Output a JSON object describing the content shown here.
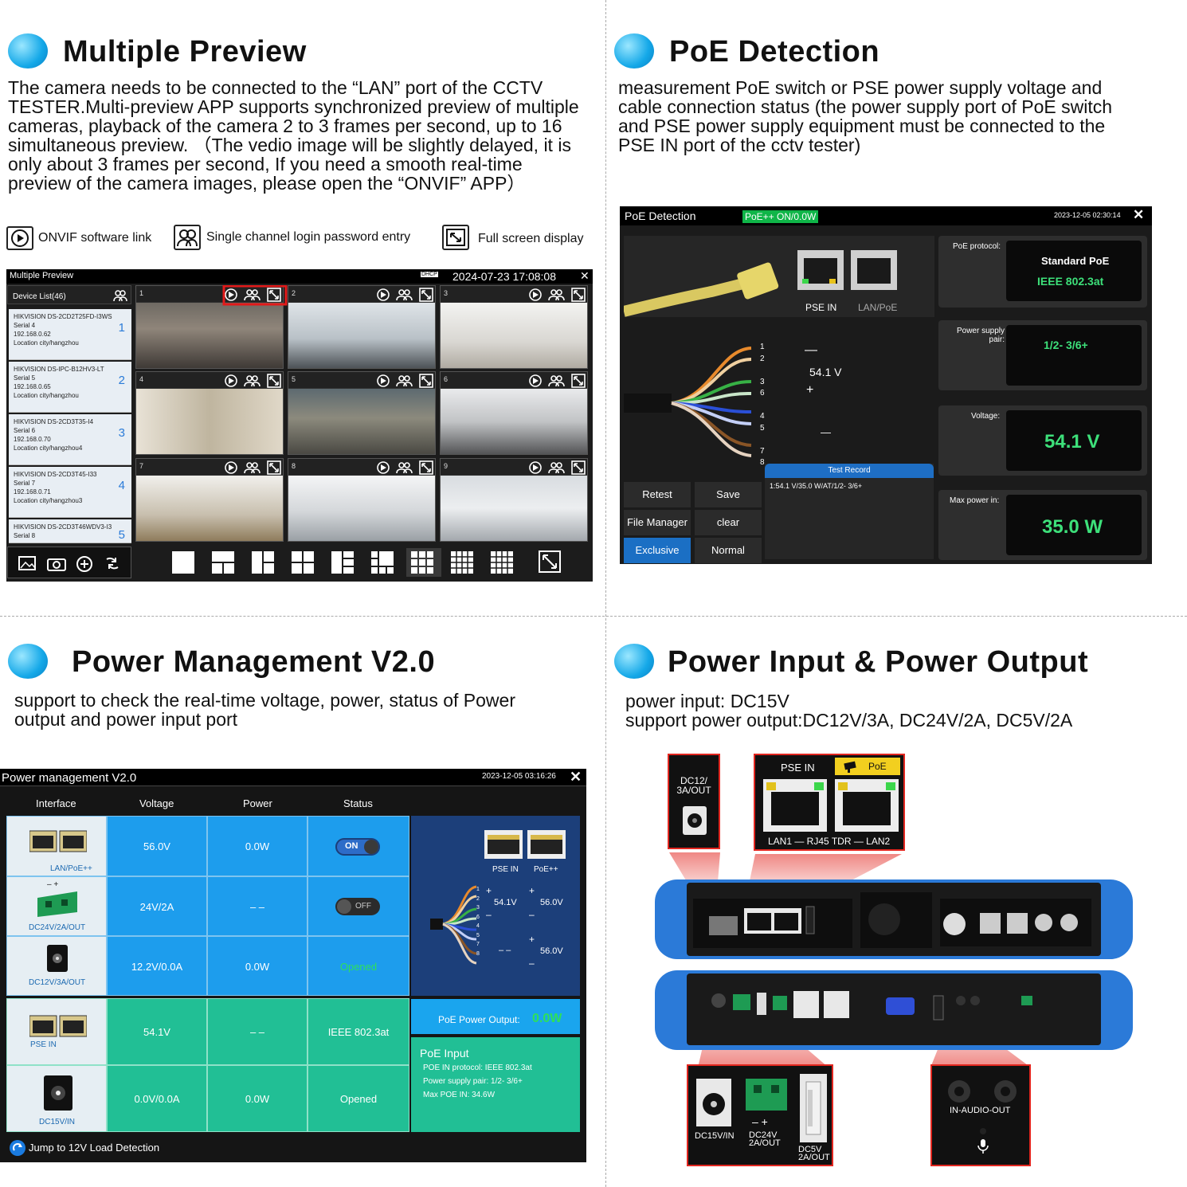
{
  "sections": {
    "multiple_preview": {
      "title": "Multiple Preview",
      "body": "The camera needs to be connected to the “LAN” port of the CCTV\nTESTER.Multi-preview APP supports synchronized preview of multiple\ncameras, playback of the camera 2 to 3 frames per second, up to 16\nsimultaneous preview.  （The vedio image will be slightly delayed, it is\nonly about 3 frames per second,  If you need a smooth real-time\npreview of the camera images, please open the “ONVIF” APP）",
      "legend": [
        "ONVIF software link",
        "Single channel login password entry",
        "Full screen display"
      ]
    },
    "poe_detection": {
      "title": "PoE Detection",
      "body": "measurement PoE switch or PSE power supply voltage and\ncable connection status (the power supply port of PoE switch\nand PSE power supply equipment must be connected to the\nPSE IN port of the cctv tester)"
    },
    "power_management": {
      "title": "Power Management V2.0",
      "body": "support to check the real-time voltage, power, status of Power\noutput and power input port"
    },
    "power_io": {
      "title": "Power Input & Power Output",
      "body": "power input: DC15V\nsupport power output:DC12V/3A, DC24V/2A, DC5V/2A"
    }
  },
  "mp_screen": {
    "title": "Multiple Preview",
    "datetime": "2024-07-23 17:08:08",
    "status_dhcp": "DHCP",
    "device_list_label": "Device List(46)",
    "devices": [
      {
        "name": "HIKVISION DS-2CD2T25FD-I3WS",
        "serial": "Serial  4",
        "ip": "192.168.0.62",
        "location": "Location  city/hangzhou",
        "num": "1"
      },
      {
        "name": "HIKVISION DS-IPC-B12HV3-LT",
        "serial": "Serial  5",
        "ip": "192.168.0.65",
        "location": "Location  city/hangzhou",
        "num": "2"
      },
      {
        "name": "HIKVISION DS-2CD3T35-I4",
        "serial": "Serial  6",
        "ip": "192.168.0.70",
        "location": "Location  city/hangzhou4",
        "num": "3"
      },
      {
        "name": "HIKVISION DS-2CD3T45-I33",
        "serial": "Serial  7",
        "ip": "192.168.0.71",
        "location": "Location  city/hangzhou3",
        "num": "4"
      },
      {
        "name": "HIKVISION DS-2CD3T46WDV3-I3",
        "serial": "Serial  8",
        "ip": "",
        "location": "",
        "num": "5"
      }
    ],
    "cells": [
      "1",
      "2",
      "3",
      "4",
      "5",
      "6",
      "7",
      "8",
      "9"
    ]
  },
  "poe_screen": {
    "title": "PoE Detection",
    "badge": "PoE++ ON/0.0W",
    "datetime": "2023-12-05 02:30:14",
    "pse_in": "PSE IN",
    "lan_poe": "LAN/PoE",
    "pins": [
      "1",
      "2",
      "3",
      "6",
      "4",
      "5",
      "7",
      "8"
    ],
    "minus": "—",
    "voltage_mid": "54.1 V",
    "plus": "+",
    "minus2": "—",
    "protocol_label": "PoE protocol:",
    "protocol_1": "Standard PoE",
    "protocol_2": "IEEE 802.3at",
    "pair_label": "Power supply pair:",
    "pair_value": "1/2-   3/6+",
    "voltage_label": "Voltage:",
    "voltage_value": "54.1 V",
    "maxpower_label": "Max power in:",
    "maxpower_value": "35.0 W",
    "buttons": [
      "Retest",
      "Save",
      "File Manager",
      "clear",
      "Exclusive",
      "Normal"
    ],
    "test_record_label": "Test Record",
    "test_record_value": "1:54.1 V/35.0 W/AT/1/2-   3/6+"
  },
  "pm_screen": {
    "title": "Power management V2.0",
    "datetime": "2023-12-05 03:16:26",
    "headers": [
      "Interface",
      "Voltage",
      "Power",
      "Status"
    ],
    "rows": [
      {
        "iface": "LAN/PoE++",
        "voltage": "56.0V",
        "power": "0.0W",
        "status": "ON"
      },
      {
        "iface": "DC24V/2A/OUT",
        "voltage": "24V/2A",
        "power": "– –",
        "status": "OFF"
      },
      {
        "iface": "DC12V/3A/OUT",
        "voltage": "12.2V/0.0A",
        "power": "0.0W",
        "status": "Opened"
      },
      {
        "iface": "PSE IN",
        "voltage": "54.1V",
        "power": "– –",
        "status": "IEEE 802.3at"
      },
      {
        "iface": "DC15V/IN",
        "voltage": "0.0V/0.0A",
        "power": "0.0W",
        "status": "Opened"
      }
    ],
    "pse_in": "PSE IN",
    "poe_pp": "PoE++",
    "v1": "54.1V",
    "v2": "56.0V",
    "v3": "56.0V",
    "dashes": "– –",
    "poe_output_label": "PoE Power Output:",
    "poe_output_value": "0.0W",
    "poe_input_title": "PoE Input",
    "poe_in_protocol": "POE IN protocol:    IEEE 802.3at",
    "poe_pair": "Power supply pair: 1/2- 3/6+",
    "max_poe": "Max POE IN:          34.6W",
    "jump": "Jump to 12V Load Detection",
    "dc24_signs": "–  +"
  },
  "device_labels": {
    "dc12": "DC12/\n3A/OUT",
    "pse_in": "PSE IN",
    "poe": "PoE",
    "lan_row": "LAN1 — RJ45 TDR — LAN2",
    "dc15": "DC15V/IN",
    "dc24": "DC24V\n2A/OUT",
    "dc5": "DC5V\n2A/OUT",
    "audio": "IN-AUDIO-OUT",
    "dc24_signs": "–  +"
  }
}
